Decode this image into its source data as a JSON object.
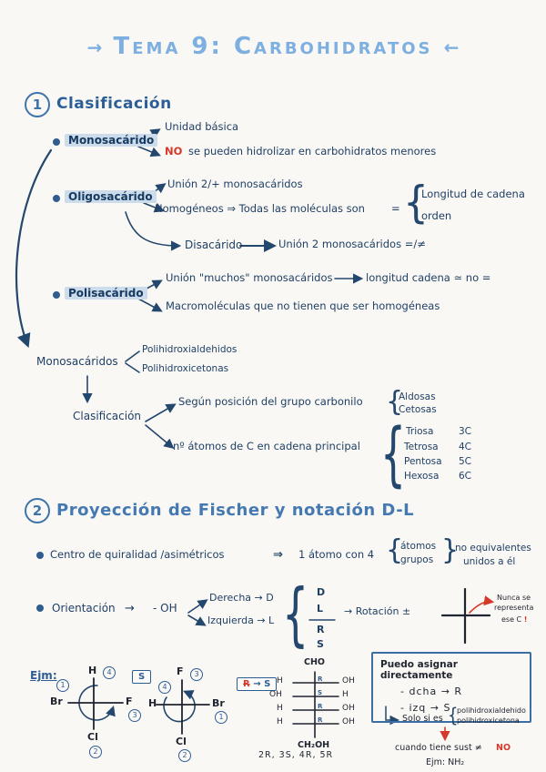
{
  "glyphs": {
    "brace_l": "{",
    "brace_r": "}",
    "eq": "="
  },
  "page": {
    "title_left": "→",
    "title": "Tema 9: Carbohidratos",
    "title_right": "←"
  },
  "s1": {
    "number": "1",
    "title": "Clasificación",
    "mono": {
      "label": "Monosacárido",
      "branch1": "Unidad básica",
      "no": "NO",
      "branch2": "se pueden hidrolizar en carbohidratos menores"
    },
    "oligo": {
      "label": "Oligosacárido",
      "branch1": "Unión 2/+ monosacáridos",
      "branch2": "Homogéneos ⇒ Todas las moléculas son",
      "brace_items": [
        "Longitud de cadena",
        "orden"
      ]
    },
    "disac": {
      "label": "Disacárido",
      "text": "Unión 2 monosacáridos =/≠"
    },
    "poli": {
      "label": "Polisacárido",
      "branch1a": "Unión \"muchos\" monosacáridos",
      "branch1b": "longitud cadena ≃ no =",
      "branch2": "Macromoléculas que no tienen que ser homogéneas"
    },
    "monos": {
      "label": "Monosacáridos",
      "items": [
        "Polihidroxialdehidos",
        "Polihidroxicetonas"
      ]
    },
    "clasif": {
      "label": "Clasificación",
      "branch1": "Según posición del grupo carbonilo",
      "items1": [
        "Aldosas",
        "Cetosas"
      ],
      "branch2": "nº átomos de C en cadena principal",
      "items2": [
        {
          "name": "Triosa",
          "carbons": "3C"
        },
        {
          "name": "Tetrosa",
          "carbons": "4C"
        },
        {
          "name": "Pentosa",
          "carbons": "5C"
        },
        {
          "name": "Hexosa",
          "carbons": "6C"
        }
      ]
    }
  },
  "s2": {
    "number": "2",
    "title": "Proyección de Fischer y notación D-L",
    "quir": {
      "label": "Centro de quiralidad /asimétricos",
      "arrow": "⇒",
      "text": "1 átomo con 4",
      "brace_items": [
        "átomos",
        "grupos"
      ],
      "right1": "no equivalentes",
      "right2": "unidos a él"
    },
    "ori": {
      "label": "Orientación",
      "arrow": "→",
      "oh": "- OH",
      "derecha": "Derecha → D",
      "izquierda": "Izquierda → L",
      "letters": [
        "D",
        "L",
        "R",
        "S"
      ],
      "rotacion": "→ Rotación ±",
      "note1": "Nunca se",
      "note2": "representa",
      "note3": "ese C",
      "bang": "!"
    },
    "ej": {
      "label": "Ejm:",
      "e1": {
        "top": "H",
        "top_n": "4",
        "left": "Br",
        "left_n": "1",
        "right": "F",
        "right_n": "3",
        "bottom": "Cl",
        "bottom_n": "2",
        "result": "S"
      },
      "e2": {
        "top": "F",
        "top_n": "3",
        "left": "H",
        "left_n": "4",
        "right": "Br",
        "right_n": "1",
        "bottom": "Cl",
        "bottom_n": "2",
        "result_old": "R",
        "result_arrow": "→",
        "result_new": "S"
      }
    },
    "chain": {
      "top": "CHO",
      "rows": [
        {
          "left": "H",
          "right": "OH",
          "mark": "R"
        },
        {
          "left": "OH",
          "right": "H",
          "mark": "S"
        },
        {
          "left": "H",
          "right": "OH",
          "mark": "R"
        },
        {
          "left": "H",
          "right": "OH",
          "mark": "R"
        }
      ],
      "bottom": "CH₂OH",
      "config": "2R, 3S, 4R, 5R"
    },
    "box": {
      "title": "Puedo asignar directamente",
      "line1": "- dcha  →  R",
      "line2": "- izq  →  S"
    },
    "solo": {
      "text": "Solo si es",
      "brace_items": [
        "polihidroxialdehido",
        "polihidroxicetona"
      ]
    },
    "cond": {
      "text": "cuando tiene sust ≠",
      "red": "NO",
      "ej": "Ejm: NH₂"
    }
  }
}
